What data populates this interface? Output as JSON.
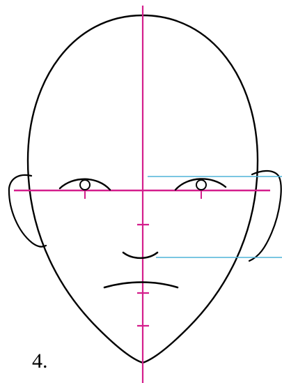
{
  "figure": {
    "step_label": "4.",
    "colors": {
      "outline": "#000000",
      "guide_lines": "#d41e8c",
      "reference_lines": "#4fb3d9",
      "background": "#ffffff"
    },
    "parts": [
      "head-outline",
      "left-ear",
      "right-ear",
      "left-eye",
      "right-eye",
      "nose",
      "mouth",
      "vertical-center-guide",
      "horizontal-eye-guide",
      "ear-reference-lines"
    ]
  }
}
